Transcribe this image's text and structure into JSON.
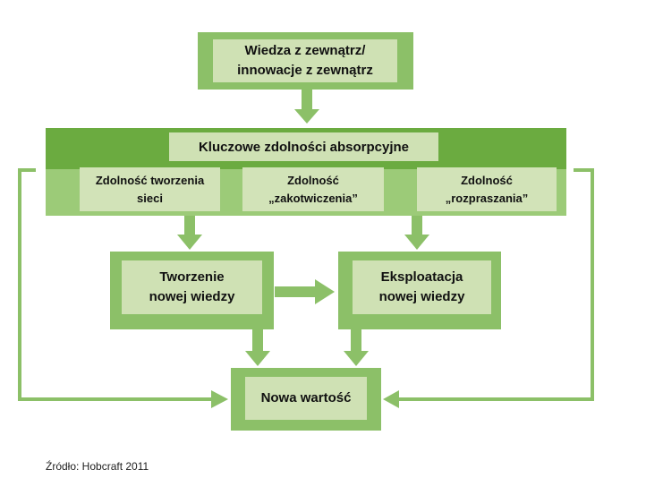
{
  "diagram": {
    "top_box": "Wiedza z zewnątrz/\ninnowacje z zewnątrz",
    "band_title": "Kluczowe zdolności absorpcyjne",
    "capabilities": [
      "Zdolność  tworzenia\nsieci",
      "Zdolność\n„zakotwiczenia”",
      "Zdolność\n„rozpraszania”"
    ],
    "creation_box": "Tworzenie\nnowej wiedzy",
    "exploitation_box": "Eksploatacja\nnowej wiedzy",
    "value_box": "Nowa wartość"
  },
  "source": "Źródło: Hobcraft 2011",
  "colors": {
    "box_border": "#8cc068",
    "box_fill": "#cfe1b4",
    "band": "#6bab40",
    "arrow": "#8cc068"
  }
}
